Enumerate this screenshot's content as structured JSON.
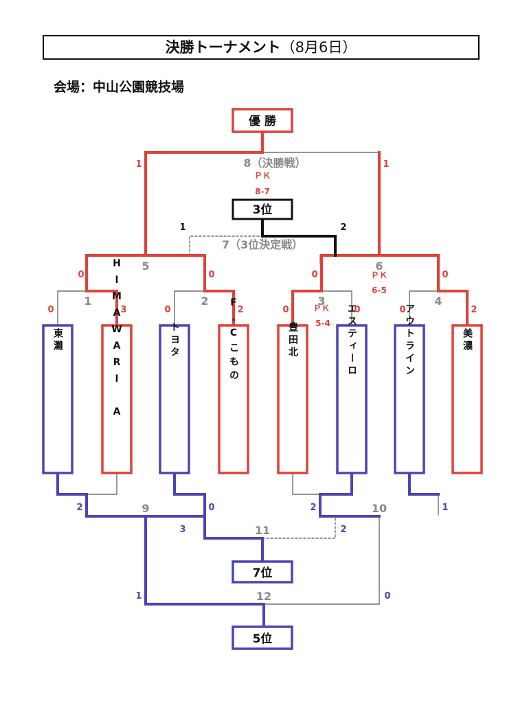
{
  "header": {
    "title_main": "決勝トーナメント",
    "title_date": "（8月6日）",
    "venue": "会場：中山公園競技場"
  },
  "colors": {
    "win_red": "#e0413a",
    "lose_blue": "#4a45b5",
    "line_gray": "#555555",
    "num_gray": "#8a8a8a",
    "black": "#111111"
  },
  "results": {
    "champion": "優 勝",
    "third": "3位",
    "seventh": "7位",
    "fifth": "5位"
  },
  "teams": [
    {
      "name": "東灘"
    },
    {
      "name": "HIMAWARI A"
    },
    {
      "name": "トヨタ"
    },
    {
      "name": "F.Cこもの"
    },
    {
      "name": "豊田北"
    },
    {
      "name": "エスティーロ"
    },
    {
      "name": "アウトライン"
    },
    {
      "name": "美濃"
    }
  ],
  "matches": {
    "m1": "1",
    "m2": "2",
    "m3": "3",
    "m4": "4",
    "m5": "5",
    "m6": "6",
    "m7": "7（3位決定戦）",
    "m8": "8（決勝戦）",
    "m9": "9",
    "m10": "10",
    "m11": "11",
    "m12": "12"
  },
  "scores": {
    "m1_left": "0",
    "m1_right": "3",
    "m2_left": "0",
    "m2_right": "2",
    "m3_left": "0",
    "m3_right": "0",
    "m3_pk_label": "ＰＫ",
    "m3_pk": "5-4",
    "m4_left": "0",
    "m4_right": "2",
    "m5_left": "0",
    "m5_right": "0",
    "m6_left": "0",
    "m6_right": "0",
    "m6_pk_label": "ＰＫ",
    "m6_pk": "6-5",
    "m7_left": "1",
    "m7_right": "2",
    "m8_left": "1",
    "m8_right": "1",
    "m8_pk_label": "ＰＫ",
    "m8_pk": "8-7",
    "m9_left": "2",
    "m9_right": "0",
    "m10_left": "2",
    "m10_right": "1",
    "m11_left": "3",
    "m11_right": "2",
    "m12_left": "1",
    "m12_right": "0"
  }
}
